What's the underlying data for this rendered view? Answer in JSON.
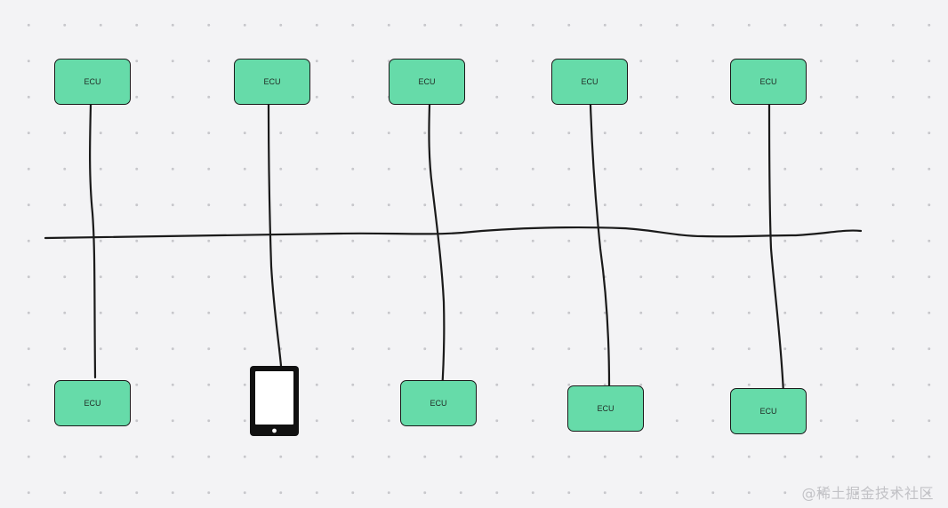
{
  "nodes": {
    "top": [
      {
        "label": "ECU"
      },
      {
        "label": "ECU"
      },
      {
        "label": "ECU"
      },
      {
        "label": "ECU"
      },
      {
        "label": "ECU"
      }
    ],
    "bottom": [
      {
        "label": "ECU"
      },
      {
        "label": "ECU"
      },
      {
        "label": "ECU"
      },
      {
        "label": "ECU"
      }
    ],
    "device": "tablet-icon"
  },
  "colors": {
    "ecu_fill": "#66dba9",
    "stroke": "#1a1a1a",
    "background": "#f3f3f5"
  },
  "watermark": "@稀土掘金技术社区"
}
